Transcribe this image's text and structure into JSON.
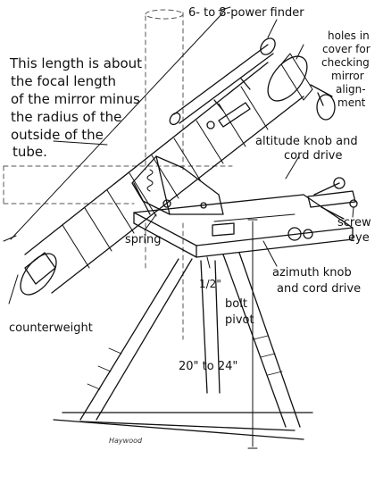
{
  "labels": {
    "finder": "6- to 8-power finder",
    "holes": [
      "holes in",
      "cover for",
      "checking",
      "mirror",
      "align-",
      "ment"
    ],
    "focal": [
      "This length is about",
      "the focal length",
      "of the mirror minus",
      "the radius of the",
      "outside of the",
      "tube."
    ],
    "altitude": [
      "altitude knob and",
      "cord drive"
    ],
    "screw": [
      "screw",
      "eye"
    ],
    "spring": "spring",
    "half": "1/2\"",
    "bolt": [
      "bolt",
      "pivot"
    ],
    "azimuth": [
      "azimuth knob",
      "and cord drive"
    ],
    "counterweight": "counterweight",
    "height": "20\" to 24\"",
    "signature": "Haywood"
  },
  "colors": {
    "ink": "#111111",
    "paper": "#ffffff",
    "dash": "#555555"
  }
}
